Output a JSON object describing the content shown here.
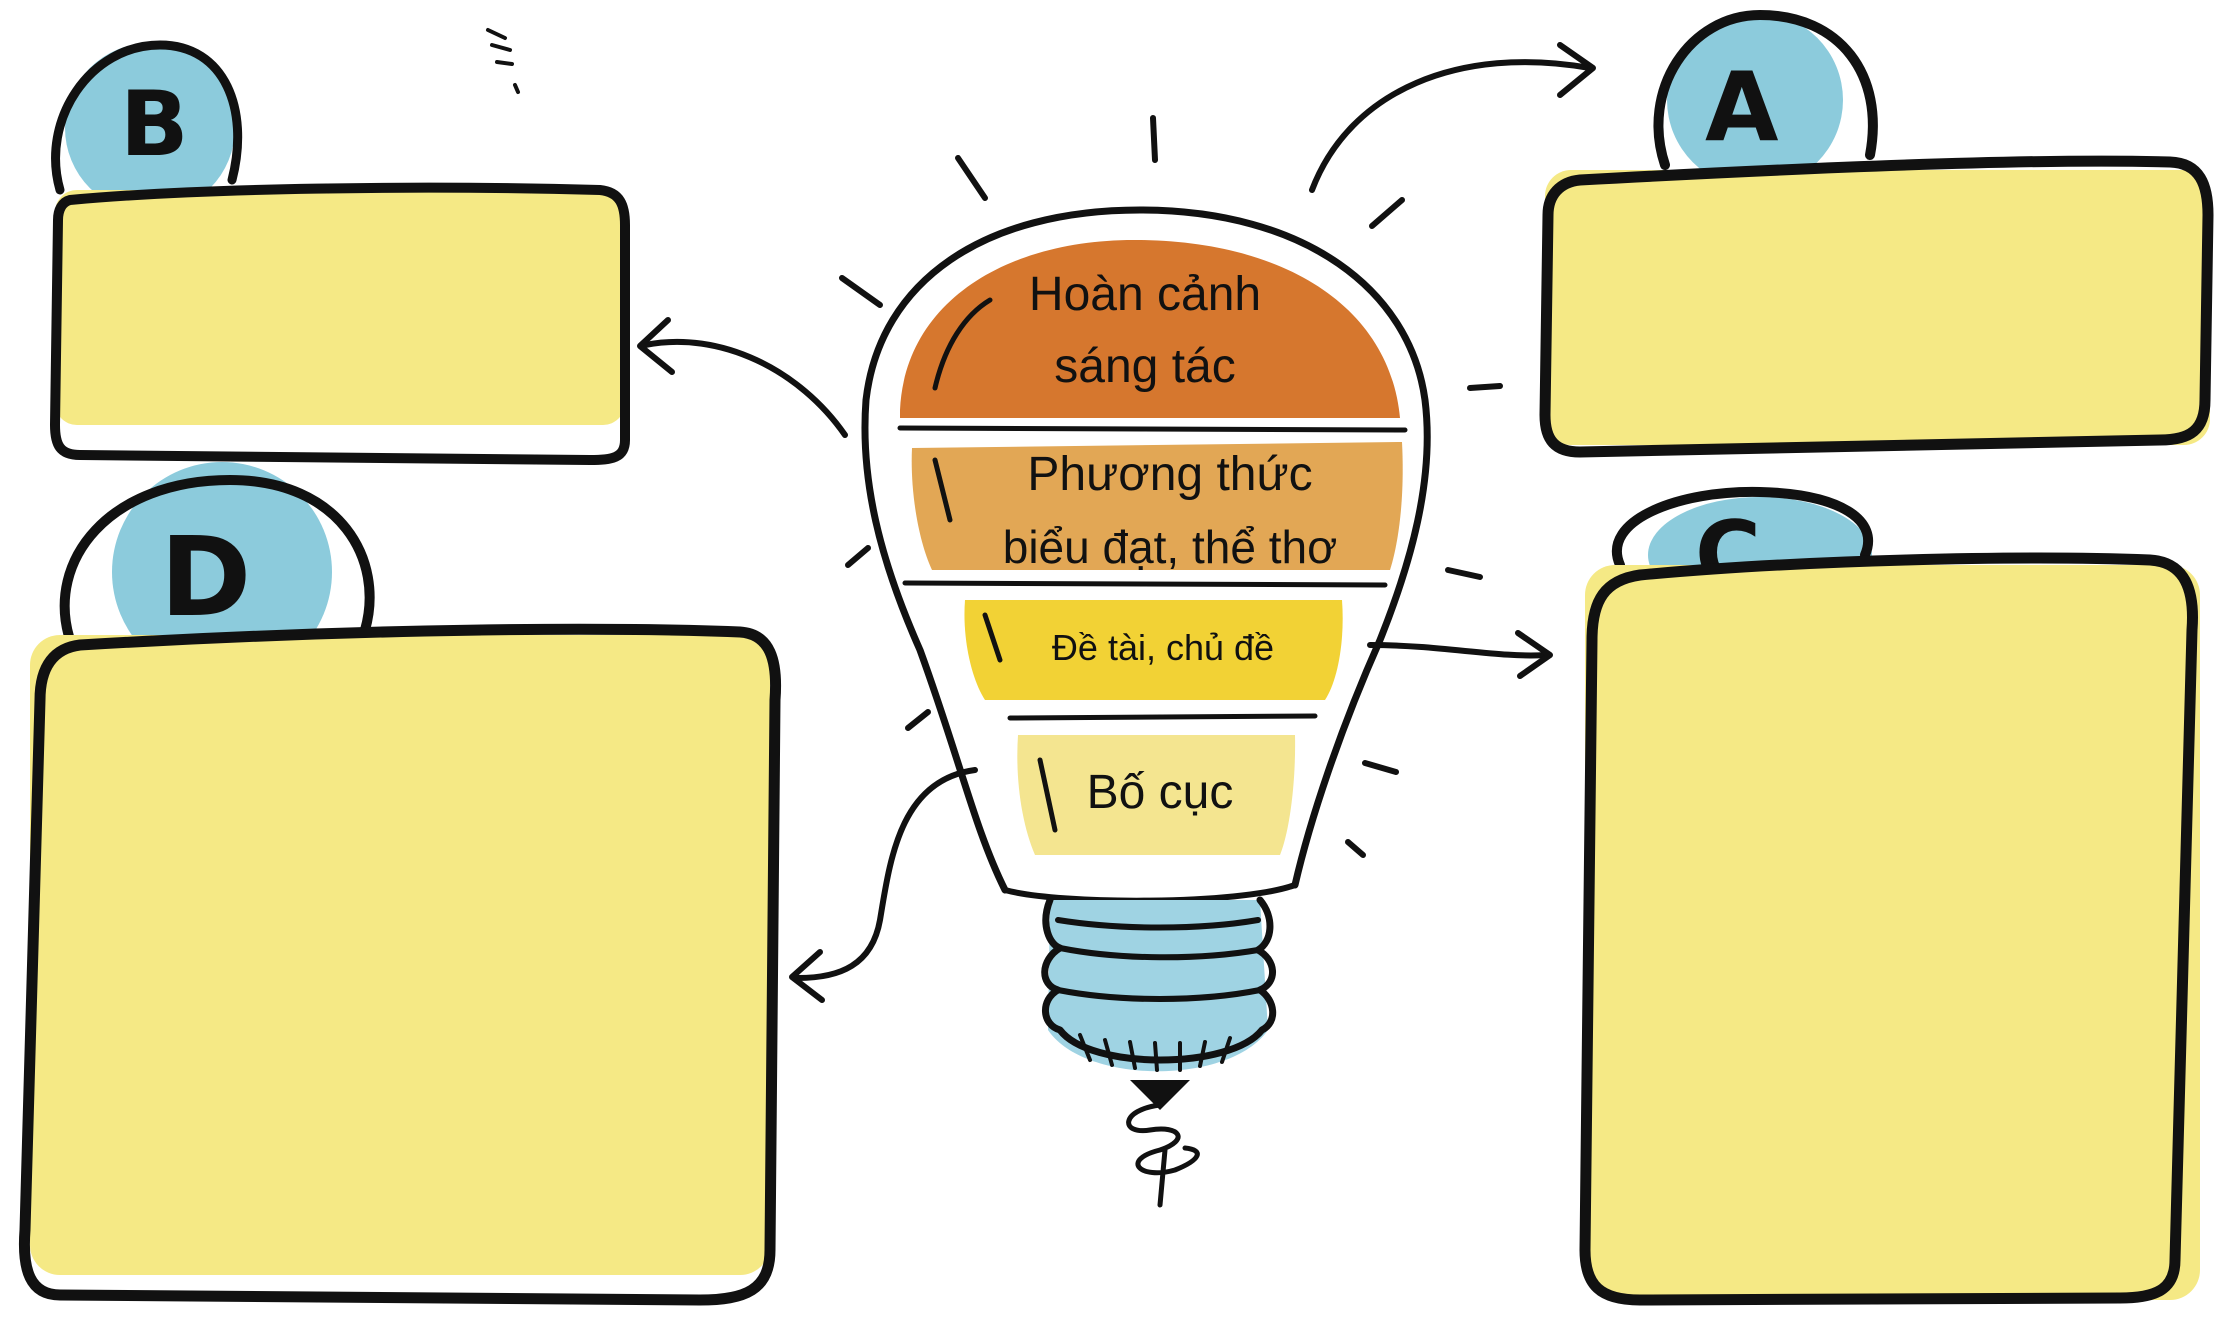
{
  "colors": {
    "box_fill": "#f5e985",
    "badge_fill": "#8ccbdc",
    "ink": "#111111",
    "layer_1": "#d6772e",
    "layer_2": "#e2a755",
    "layer_3": "#f2d235",
    "layer_4": "#f4e590",
    "socket": "#9fd3e3"
  },
  "boxes": {
    "A": {
      "badge": "A",
      "content": ""
    },
    "B": {
      "badge": "B",
      "content": ""
    },
    "C": {
      "badge": "C",
      "content": ""
    },
    "D": {
      "badge": "D",
      "content": ""
    }
  },
  "bulb": {
    "layers": [
      {
        "line1": "Hoàn cảnh",
        "line2": "sáng tác"
      },
      {
        "line1": "Phương thức",
        "line2": "biểu đạt, thể thơ"
      },
      {
        "line1": "Đề tài, chủ đề"
      },
      {
        "line1": "Bố cục"
      }
    ]
  }
}
